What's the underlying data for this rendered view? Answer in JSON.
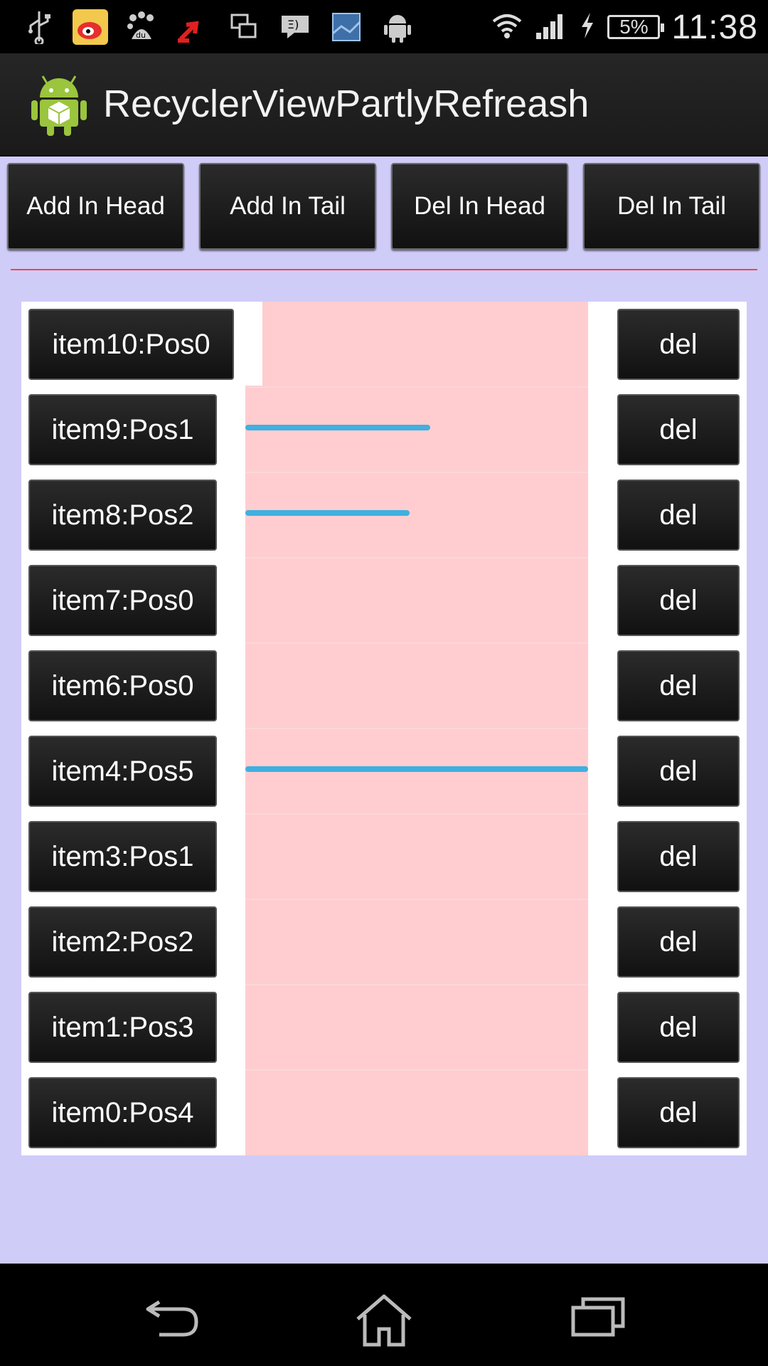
{
  "status_bar": {
    "time": "11:38",
    "battery": "5%",
    "icons_left": [
      "usb-icon",
      "weibo-icon",
      "baidu-icon",
      "upload-icon",
      "screens-icon",
      "message-icon",
      "gallery-icon",
      "android-icon"
    ],
    "icons_right": [
      "wifi-icon",
      "signal-icon",
      "charging-icon",
      "battery-icon"
    ]
  },
  "action_bar": {
    "title": "RecyclerViewPartlyRefreash"
  },
  "buttons": {
    "add_head": "Add In Head",
    "add_tail": "Add In Tail",
    "del_head": "Del In Head",
    "del_tail": "Del In Tail"
  },
  "list": {
    "items": [
      {
        "label": "item10:Pos0",
        "del": "del",
        "progress": 0
      },
      {
        "label": "item9:Pos1",
        "del": "del",
        "progress": 0.54
      },
      {
        "label": "item8:Pos2",
        "del": "del",
        "progress": 0.48
      },
      {
        "label": "item7:Pos0",
        "del": "del",
        "progress": 0
      },
      {
        "label": "item6:Pos0",
        "del": "del",
        "progress": 0
      },
      {
        "label": "item4:Pos5",
        "del": "del",
        "progress": 1.0
      },
      {
        "label": "item3:Pos1",
        "del": "del",
        "progress": 0
      },
      {
        "label": "item2:Pos2",
        "del": "del",
        "progress": 0
      },
      {
        "label": "item1:Pos3",
        "del": "del",
        "progress": 0
      },
      {
        "label": "item0:Pos4",
        "del": "del",
        "progress": 0
      }
    ]
  },
  "colors": {
    "background": "#d0ccf8",
    "list_panel": "#ffffff",
    "progress_area": "#ffcdd0",
    "progress_bar": "#3fb0e0",
    "divider": "#e94a4a"
  },
  "nav_bar": {
    "icons": [
      "back-icon",
      "home-icon",
      "recent-apps-icon"
    ]
  }
}
